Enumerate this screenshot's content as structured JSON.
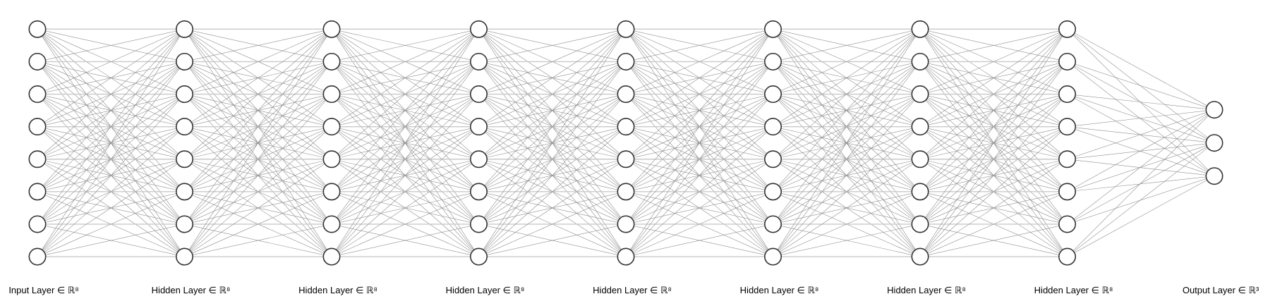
{
  "diagram": {
    "type": "fully-connected-neural-network",
    "connection_style": "fully-connected",
    "background": "#ffffff",
    "colors": {
      "node_fill": "#ffffff",
      "node_stroke": "#333333",
      "edge_diagonal": "#8f8f8f",
      "edge_horizontal": "#c9c9c9",
      "label_text": "#000000"
    },
    "layers": [
      {
        "id": "input",
        "label": "Input Layer ∈ ℝ⁸",
        "units": 8
      },
      {
        "id": "hidden-1",
        "label": "Hidden Layer ∈ ℝ⁸",
        "units": 8
      },
      {
        "id": "hidden-2",
        "label": "Hidden Layer ∈ ℝ⁸",
        "units": 8
      },
      {
        "id": "hidden-3",
        "label": "Hidden Layer ∈ ℝ⁸",
        "units": 8
      },
      {
        "id": "hidden-4",
        "label": "Hidden Layer ∈ ℝ⁸",
        "units": 8
      },
      {
        "id": "hidden-5",
        "label": "Hidden Layer ∈ ℝ⁸",
        "units": 8
      },
      {
        "id": "hidden-6",
        "label": "Hidden Layer ∈ ℝ⁸",
        "units": 8
      },
      {
        "id": "hidden-7",
        "label": "Hidden Layer ∈ ℝ⁸",
        "units": 8
      },
      {
        "id": "output",
        "label": "Output Layer ∈ ℝ³",
        "units": 3
      }
    ]
  }
}
